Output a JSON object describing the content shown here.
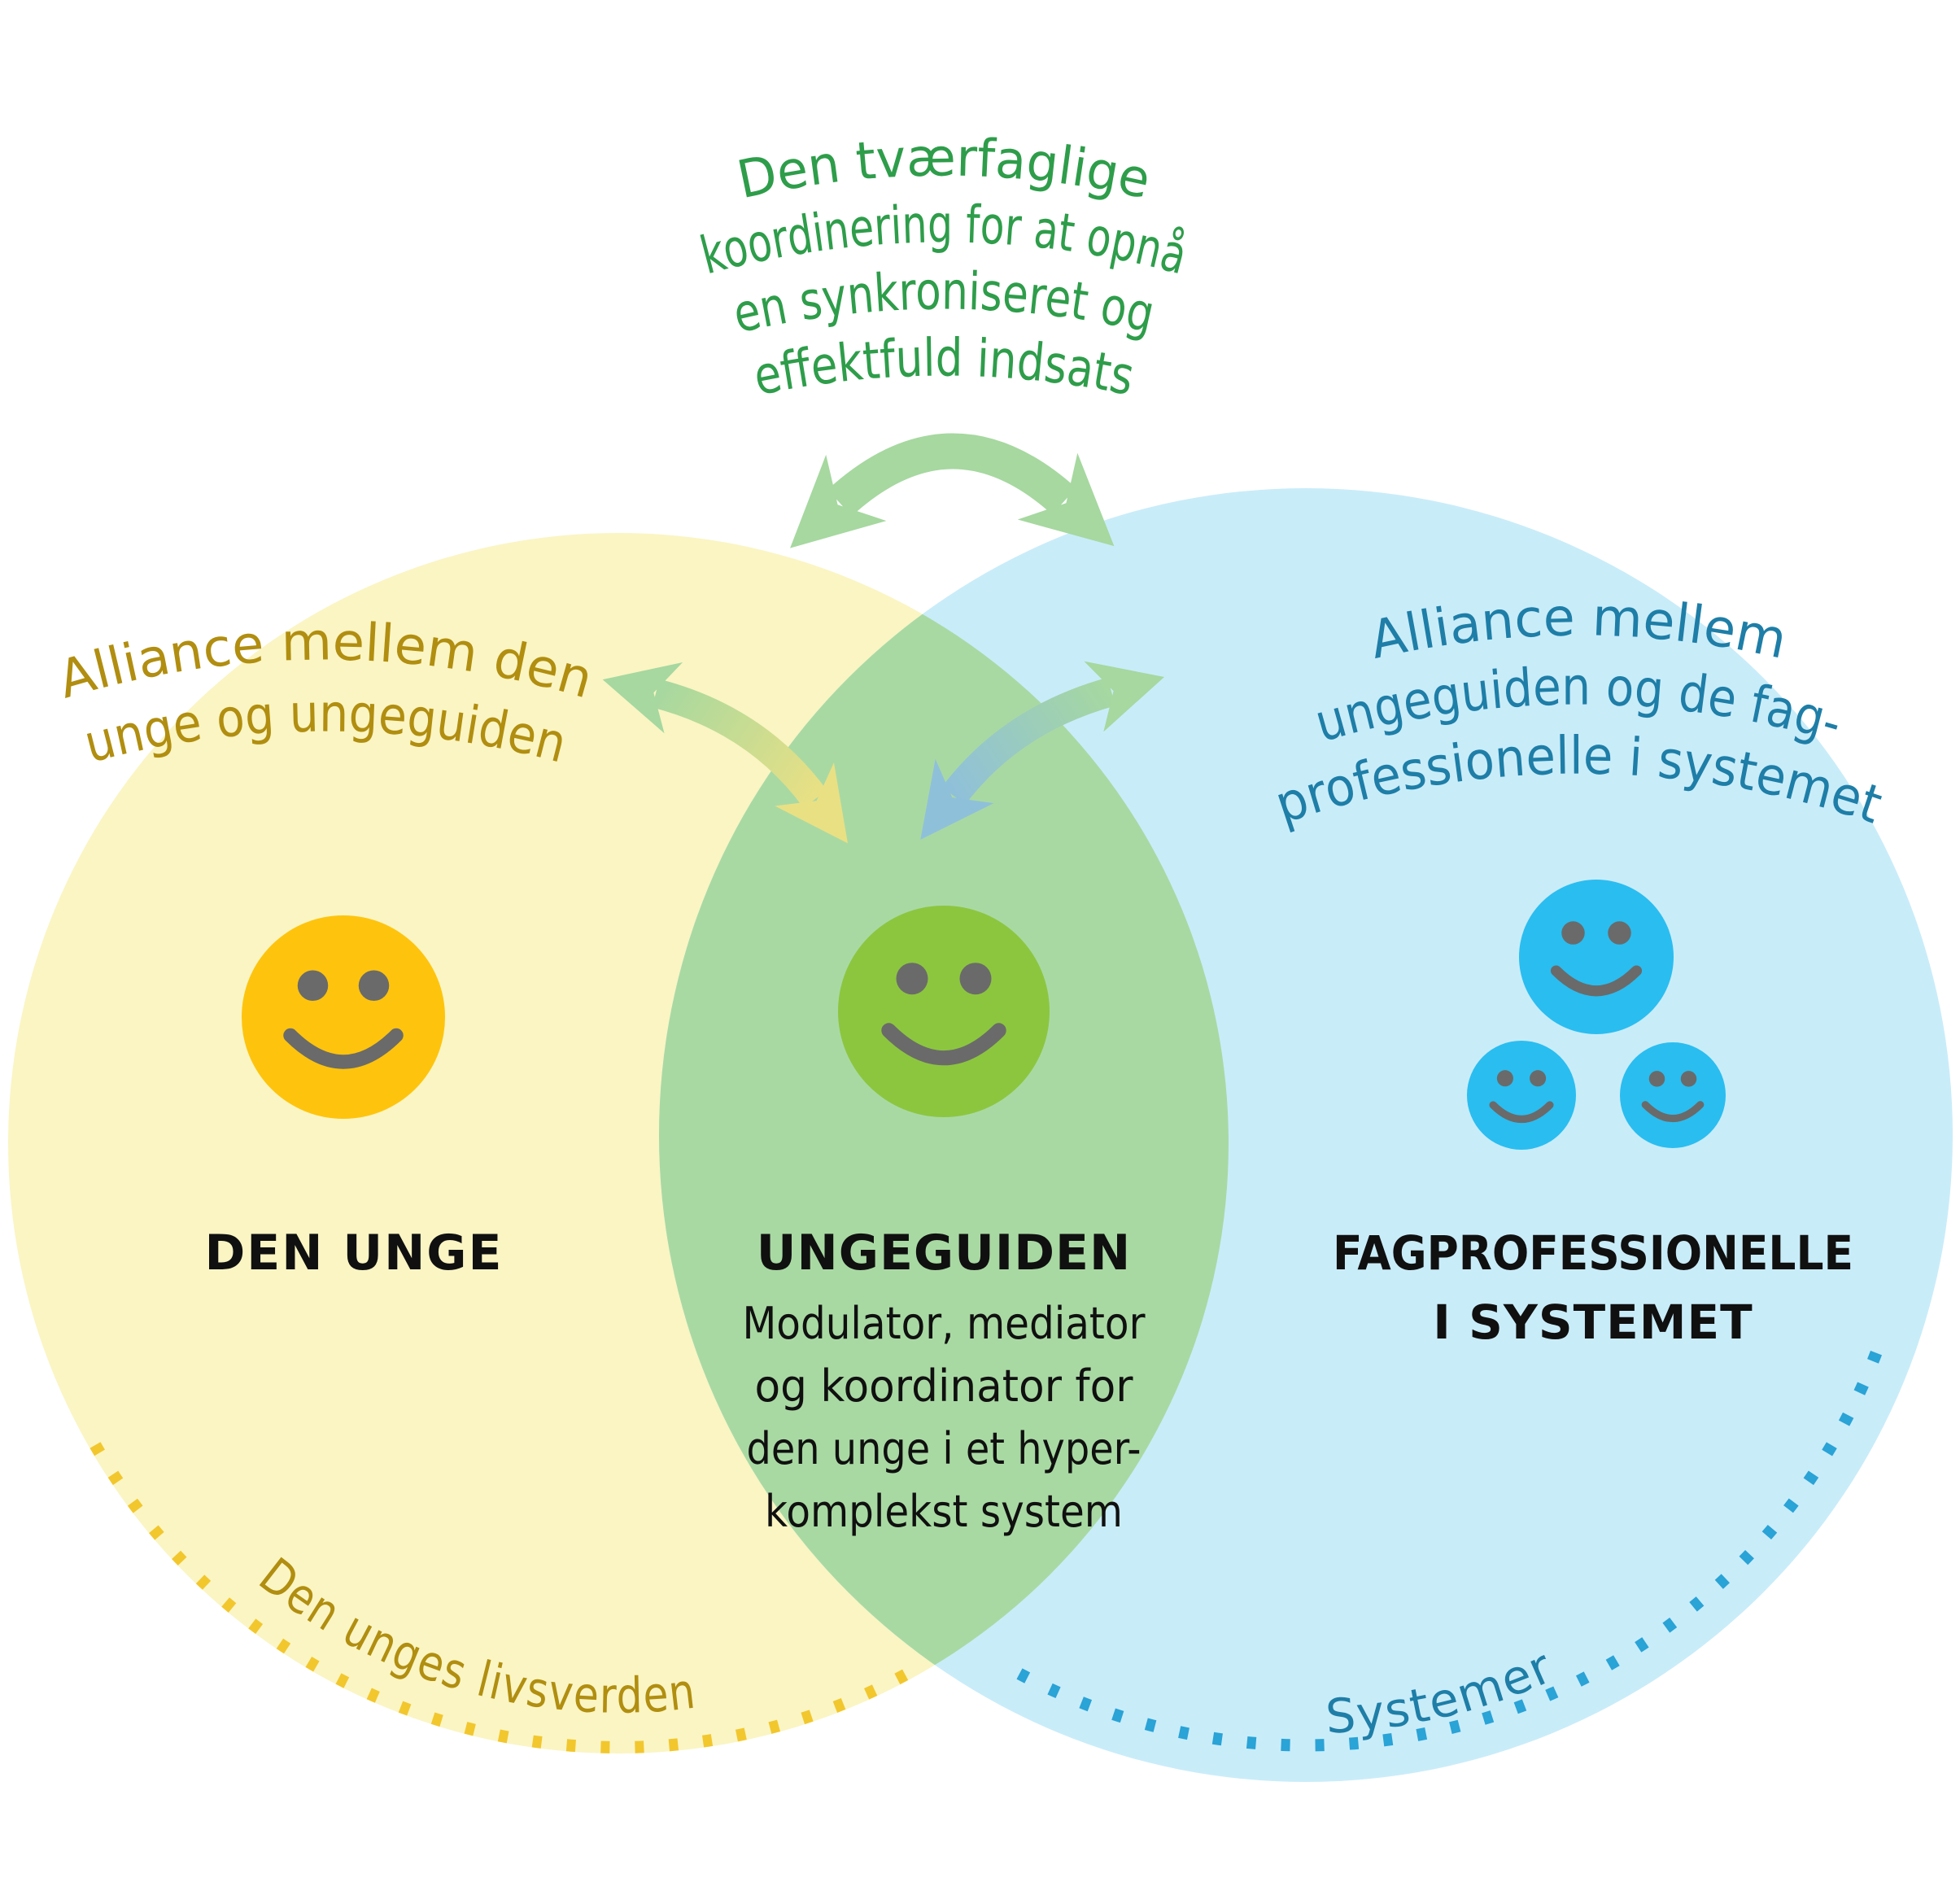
{
  "colors": {
    "yellow_circle": "#faf5c3",
    "blue_circle": "#c9ecf9",
    "overlap_green": "#a9d9a3",
    "arrow_green": "#a6d8a0",
    "arrow_yellow": "#e9e084",
    "arrow_blue": "#8fc0da",
    "smiley_yellow": "#fec40d",
    "smiley_green": "#8cc63f",
    "smiley_blue": "#2abdf0",
    "smiley_features": "#6a6a6a",
    "note_green": "#2e9d4a",
    "note_gold": "#b18e10",
    "note_teal": "#1e7ea7",
    "dots_yellow": "#f2c72e",
    "dots_blue": "#2aa3d6",
    "label_black": "#101010"
  },
  "coordination_note": {
    "line1": "Den tværfaglige",
    "line2": "koordinering for at opnå",
    "line3": "en synkroniseret og",
    "line4": "effektfuld indsats"
  },
  "alliance_left_note": {
    "line1": "Alliance mellem den",
    "line2": "unge og ungeguiden"
  },
  "alliance_right_note": {
    "line1": "Alliance mellem",
    "line2": "ungeguiden og de fag-",
    "line3": "professionelle i systemet"
  },
  "den_unge": {
    "label": "DEN UNGE",
    "footer": "Den unges livsverden"
  },
  "ungeguiden": {
    "label": "UNGEGUIDEN",
    "desc_line1": "Modulator, mediator",
    "desc_line2": "og koordinator for",
    "desc_line3": "den unge i et hyper-",
    "desc_line4": "komplekst system"
  },
  "fagprofessionelle": {
    "label_line1": "FAGPROFESSIONELLE",
    "label_line2": "I SYSTEMET",
    "footer": "Systemer"
  }
}
